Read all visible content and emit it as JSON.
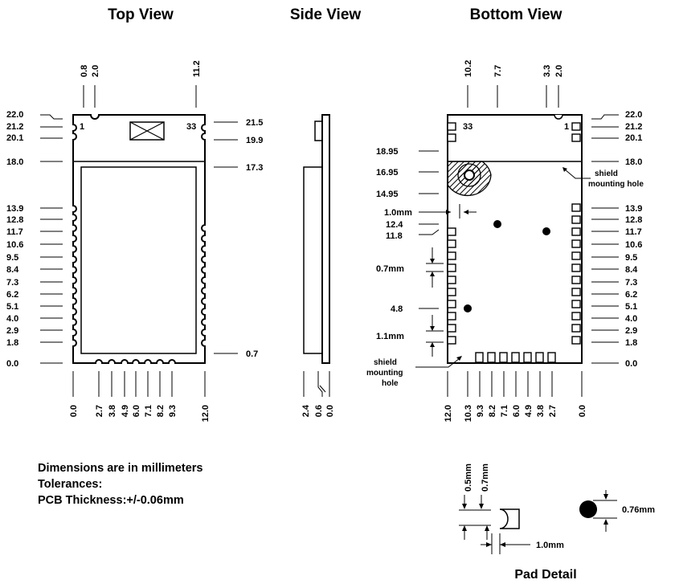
{
  "titles": {
    "top": "Top View",
    "side": "Side View",
    "bottom": "Bottom View"
  },
  "top_view": {
    "left_labels": [
      "22.0",
      "21.2",
      "20.1",
      "18.0",
      "13.9",
      "12.8",
      "11.7",
      "10.6",
      "9.5",
      "8.4",
      "7.3",
      "6.2",
      "5.1",
      "4.0",
      "2.9",
      "1.8",
      "0.0"
    ],
    "right_labels": [
      "21.5",
      "19.9",
      "17.3",
      "0.7"
    ],
    "top_labels": [
      "0.8",
      "2.0",
      "11.2"
    ],
    "bottom_labels": [
      "0.0",
      "2.7",
      "3.8",
      "4.9",
      "6.0",
      "7.1",
      "8.2",
      "9.3",
      "12.0"
    ],
    "pin_first": "1",
    "pin_last": "33"
  },
  "side_view": {
    "bottom_labels": [
      "2.4",
      "0.6",
      "0.0"
    ]
  },
  "bottom_view": {
    "left_labels": [
      "18.95",
      "16.95",
      "14.95",
      "12.4",
      "11.8",
      "4.8"
    ],
    "right_labels": [
      "22.0",
      "21.2",
      "20.1",
      "18.0",
      "13.9",
      "12.8",
      "11.7",
      "10.6",
      "9.5",
      "8.4",
      "7.3",
      "6.2",
      "5.1",
      "4.0",
      "2.9",
      "1.8",
      "0.0"
    ],
    "top_labels": [
      "10.2",
      "7.7",
      "3.3",
      "2.0"
    ],
    "bottom_labels": [
      "12.0",
      "10.3",
      "9.3",
      "8.2",
      "7.1",
      "6.0",
      "4.9",
      "3.8",
      "2.7",
      "0.0"
    ],
    "pin_first": "1",
    "pin_last": "33",
    "callout_1mm": "1.0mm",
    "callout_07mm": "0.7mm",
    "callout_11mm": "1.1mm",
    "shield_hole_right": [
      "shield",
      "mounting hole"
    ],
    "shield_hole_left": [
      "shield",
      "mounting",
      "hole"
    ]
  },
  "notes": [
    "Dimensions are in millimeters",
    "Tolerances:",
    "PCB Thickness:+/-0.06mm"
  ],
  "pad_detail": {
    "title": "Pad Detail",
    "label_05": "0.5mm",
    "label_07": "0.7mm",
    "label_10": "1.0mm",
    "label_076": "0.76mm"
  }
}
